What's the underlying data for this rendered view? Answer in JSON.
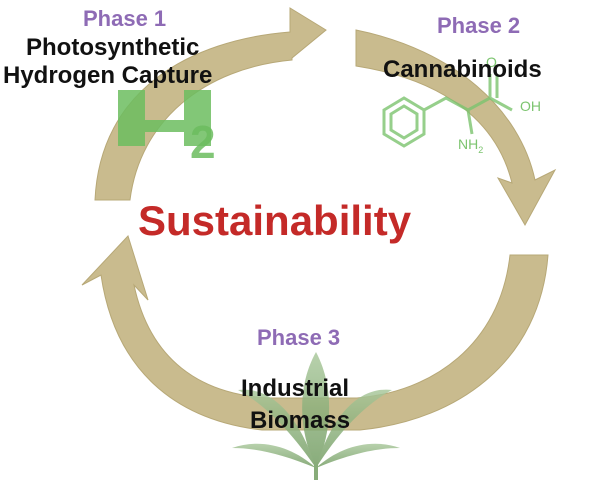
{
  "center_label": "Sustainability",
  "phases": [
    {
      "phase_label": "Phase 1",
      "title_lines": [
        "Photosynthetic",
        "Hydrogen Capture"
      ]
    },
    {
      "phase_label": "Phase 2",
      "title_lines": [
        "Cannabinoids"
      ]
    },
    {
      "phase_label": "Phase 3",
      "title_lines": [
        "Industrial",
        "Biomass"
      ]
    }
  ],
  "hydrogen_symbol": {
    "element": "H",
    "subscript": "2"
  },
  "molecule_labels": {
    "oxygen": "O",
    "hydroxyl": "OH",
    "amine": "NH",
    "amine_subscript": "2"
  },
  "colors": {
    "arrow": "#c9bb8e",
    "phase_label": "#8e6bb5",
    "center_label": "#c42a28",
    "title_text": "#111111",
    "icon_green": "#6cbd5f"
  },
  "icons": [
    "hydrogen-symbol-icon",
    "molecule-structure-icon",
    "cannabis-leaf-icon"
  ]
}
